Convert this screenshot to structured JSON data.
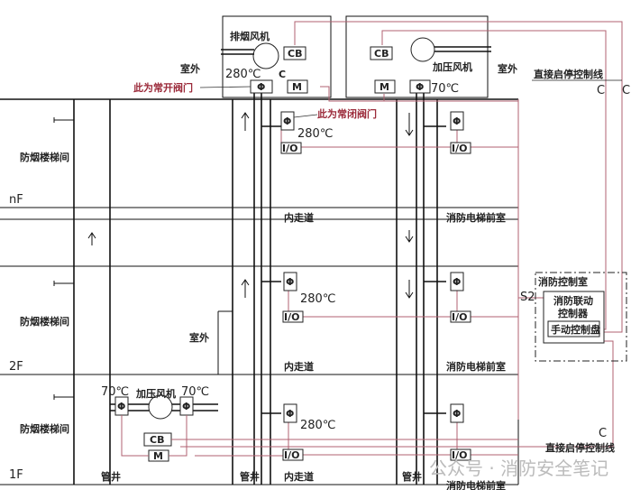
{
  "labels": {
    "stair": "防烟楼梯间",
    "corridor": "内走道",
    "elevator_lobby": "消防电梯前室",
    "shaft": "管井",
    "outdoor": "室外",
    "floor_n": "nF",
    "floor_2": "2F",
    "floor_1": "1F"
  },
  "equipment": {
    "exhaust_fan": "排烟风机",
    "pressure_fan": "加压风机",
    "cb": "CB",
    "motor": "M",
    "damper": "Φ",
    "io": "I/O",
    "c": "C",
    "s2": "S2"
  },
  "temps": {
    "t280": "280℃",
    "t70": "70℃"
  },
  "notes": {
    "normally_open": "此为常开阀门",
    "normally_closed": "此为常闭阀门",
    "direct_control_line": "直接启停控制线"
  },
  "control_room": {
    "title": "消防控制室",
    "controller_line1": "消防联动",
    "controller_line2": "控制器",
    "manual_panel": "手动控制盘"
  },
  "watermark": "公众号 · 消防安全笔记",
  "colors": {
    "signal_line": "#b06070",
    "note_text": "#9b2a3a"
  }
}
